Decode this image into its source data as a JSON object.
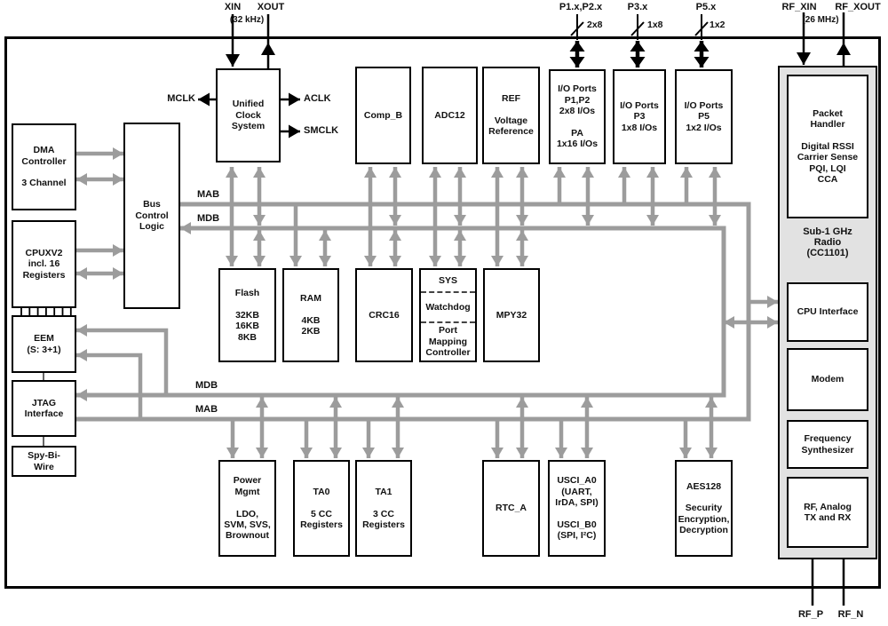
{
  "colors": {
    "bus": "#9c9c9c",
    "black": "#000000",
    "container_fill": "#e2e2e2"
  },
  "pins": {
    "xin": "XIN",
    "xout": "XOUT",
    "xtal_freq": "(32 kHz)",
    "mclk": "MCLK",
    "aclk": "ACLK",
    "smclk": "SMCLK",
    "p12": "P1.x,P2.x",
    "p12_width": "2x8",
    "p3": "P3.x",
    "p3_width": "1x8",
    "p5": "P5.x",
    "p5_width": "1x2",
    "rf_xin": "RF_XIN",
    "rf_xout": "RF_XOUT",
    "rf_freq": "(26 MHz)",
    "rf_p": "RF_P",
    "rf_n": "RF_N"
  },
  "buses": {
    "mab_top": "MAB",
    "mdb_top": "MDB",
    "mdb_bottom": "MDB",
    "mab_bottom": "MAB"
  },
  "blocks": {
    "dma": "DMA\nController\n\n3 Channel",
    "cpu": "CPUXV2\nincl. 16\nRegisters",
    "eem": "EEM\n(S: 3+1)",
    "jtag": "JTAG\nInterface",
    "sbw": "Spy-Bi-\nWire",
    "bcl": "Bus\nControl\nLogic",
    "ucs": "Unified\nClock\nSystem",
    "comp": "Comp_B",
    "adc": "ADC12",
    "ref": "REF\n\nVoltage\nReference",
    "io12": "I/O Ports\nP1,P2\n2x8 I/Os\n\nPA\n1x16 I/Os",
    "io3": "I/O Ports\nP3\n1x8 I/Os",
    "io5": "I/O Ports\nP5\n1x2 I/Os",
    "flash": "Flash\n\n32KB\n16KB\n8KB",
    "ram": "RAM\n\n4KB\n2KB",
    "crc": "CRC16",
    "sys_top": "SYS",
    "sys_mid": "Watchdog",
    "sys_bot": "Port\nMapping\nController",
    "mpy": "MPY32",
    "pmm": "Power\nMgmt\n\nLDO,\nSVM, SVS,\nBrownout",
    "ta0": "TA0\n\n5 CC\nRegisters",
    "ta1": "TA1\n\n3 CC\nRegisters",
    "rtc": "RTC_A",
    "usci": "USCI_A0\n(UART,\nIrDA, SPI)\n\nUSCI_B0\n(SPI, I²C)",
    "aes": "AES128\n\nSecurity\nEncryption,\nDecryption",
    "packet": "Packet\nHandler\n\nDigital RSSI\nCarrier Sense\nPQI, LQI\nCCA",
    "radio_label": "Sub-1 GHz\nRadio\n(CC1101)",
    "cpuif": "CPU Interface",
    "modem": "Modem",
    "fsynth": "Frequency\nSynthesizer",
    "rfanalog": "RF, Analog\nTX and RX"
  }
}
